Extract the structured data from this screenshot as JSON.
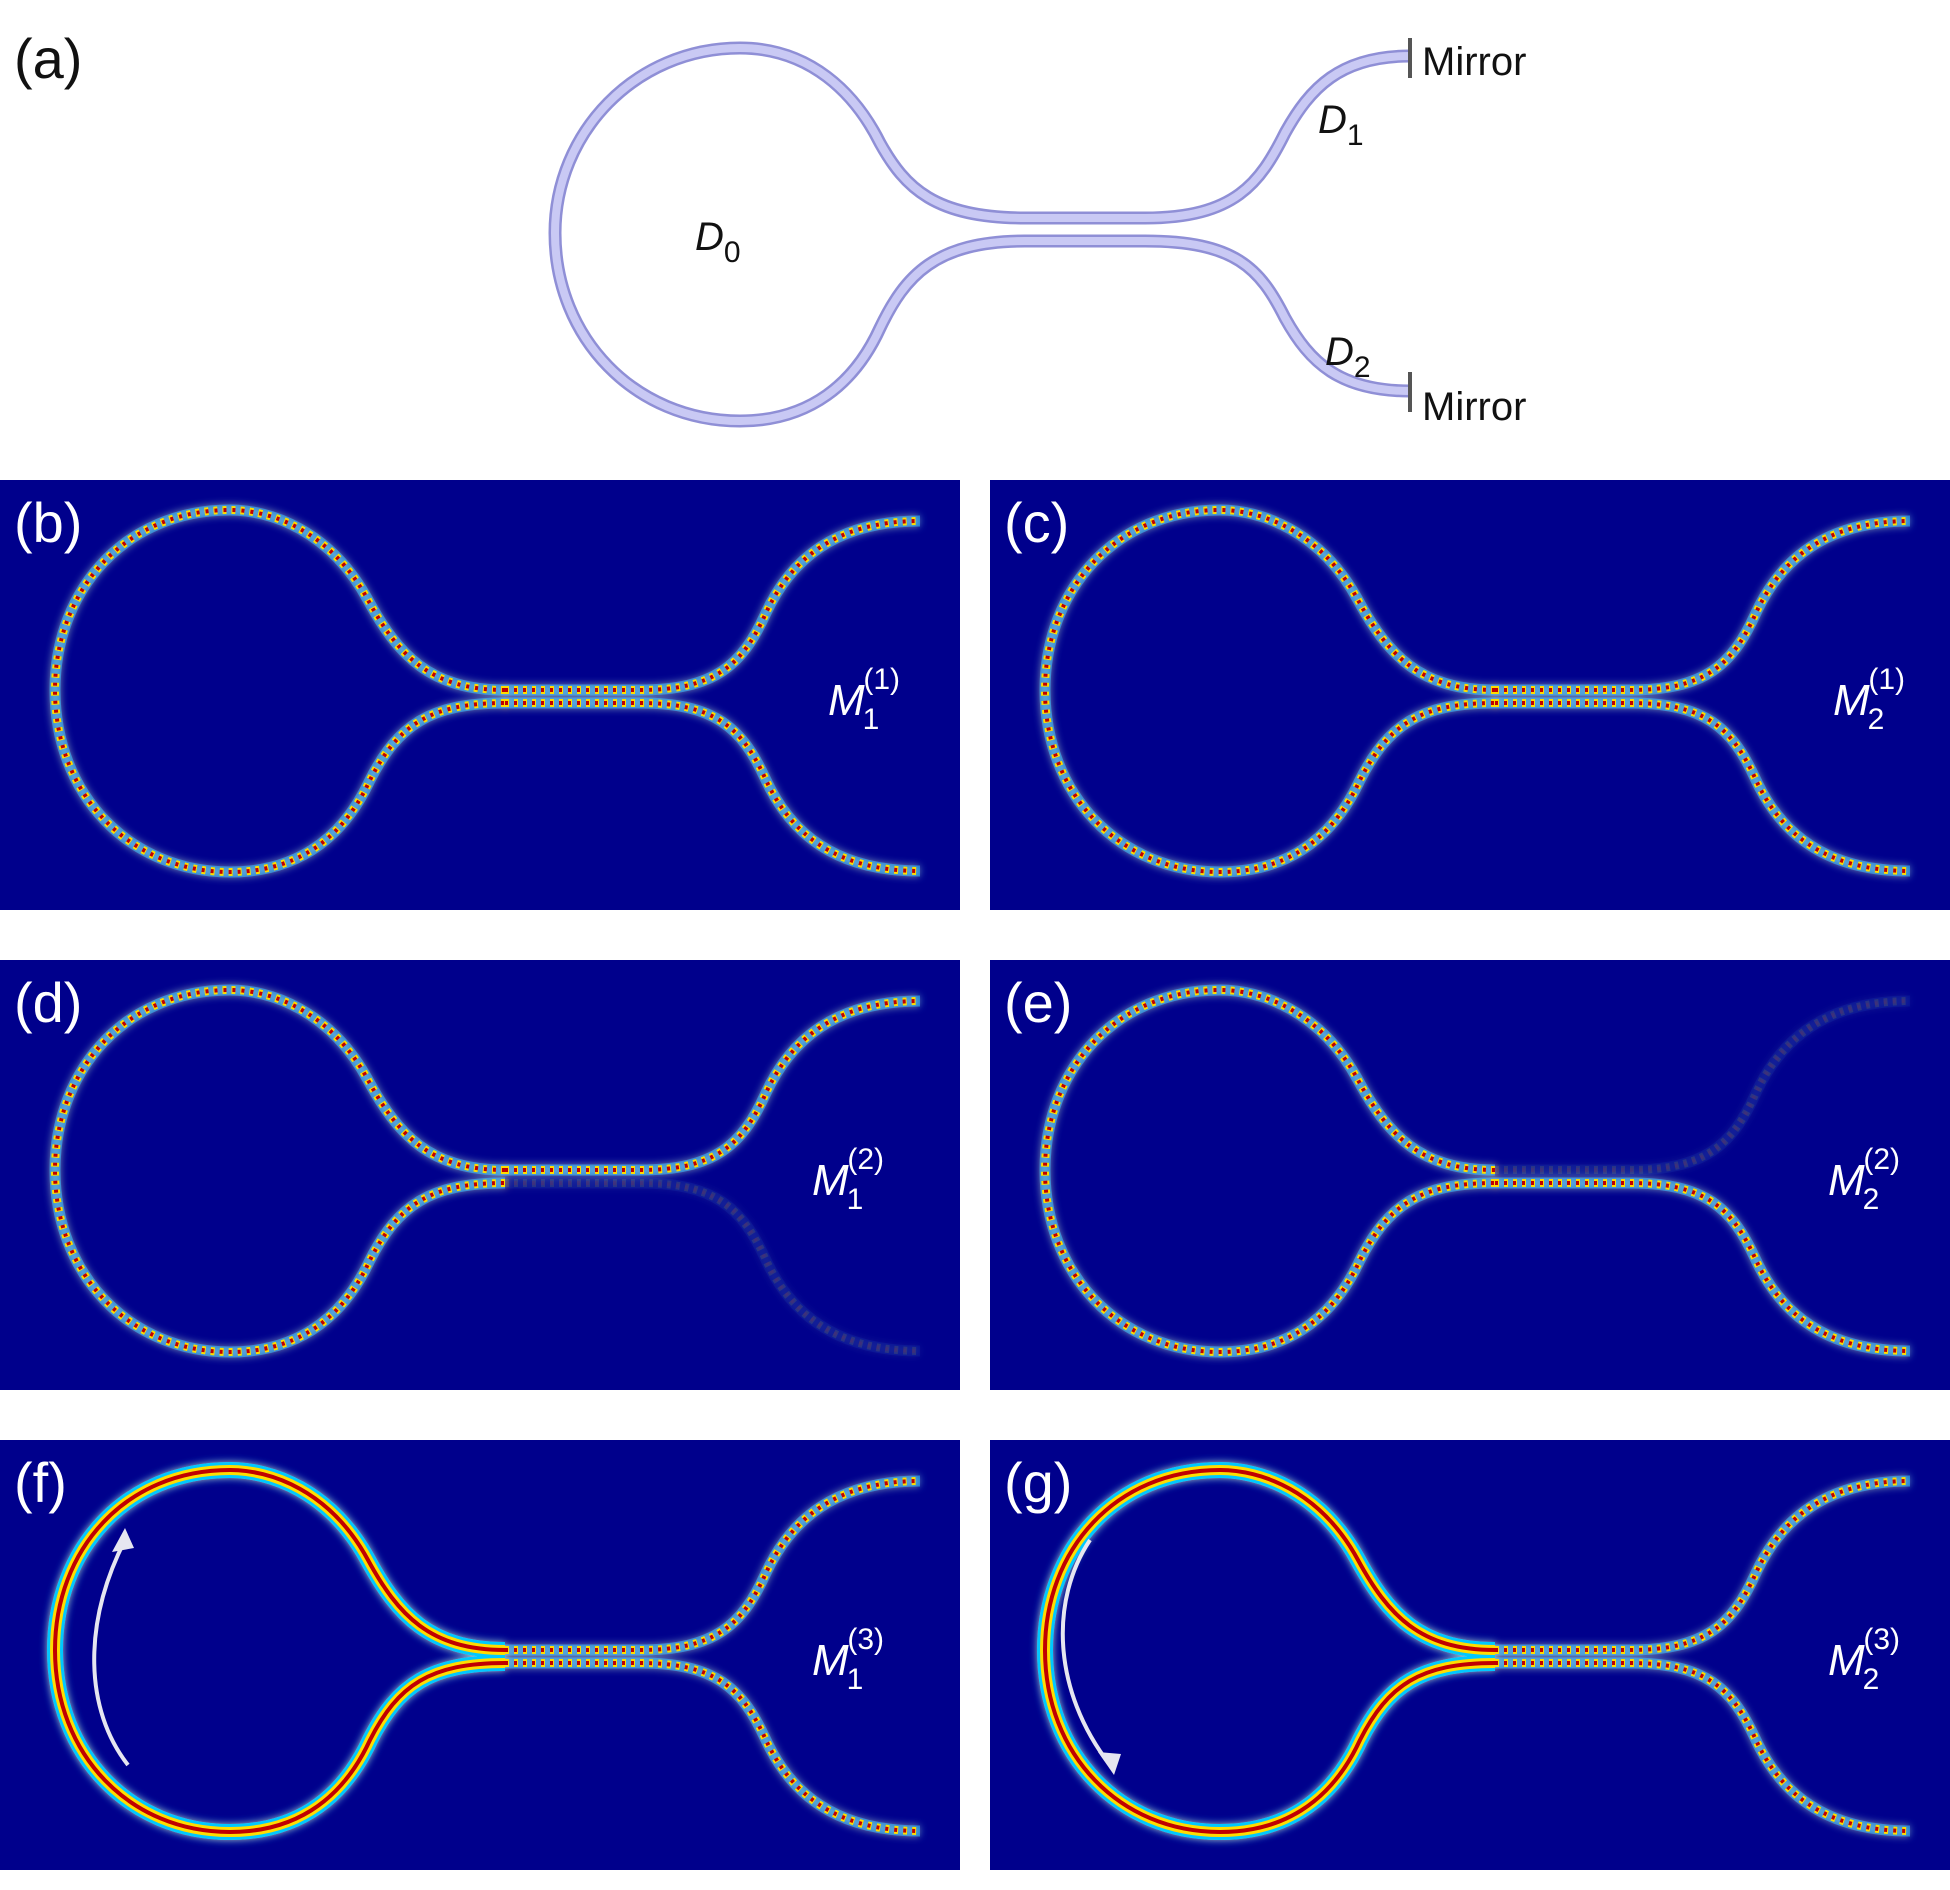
{
  "panels": {
    "a": {
      "label": "(a)",
      "regions": [
        "D",
        "0",
        "D",
        "1",
        "D",
        "2"
      ],
      "mirror_labels": [
        "Mirror",
        "Mirror"
      ]
    },
    "b": {
      "label": "(b)",
      "mode": {
        "symbol": "M",
        "sub": "1",
        "sup": "(1)"
      }
    },
    "c": {
      "label": "(c)",
      "mode": {
        "symbol": "M",
        "sub": "2",
        "sup": "(1)"
      }
    },
    "d": {
      "label": "(d)",
      "mode": {
        "symbol": "M",
        "sub": "1",
        "sup": "(2)"
      }
    },
    "e": {
      "label": "(e)",
      "mode": {
        "symbol": "M",
        "sub": "2",
        "sup": "(2)"
      }
    },
    "f": {
      "label": "(f)",
      "mode": {
        "symbol": "M",
        "sub": "1",
        "sup": "(3)"
      }
    },
    "g": {
      "label": "(g)",
      "mode": {
        "symbol": "M",
        "sub": "2",
        "sup": "(3)"
      }
    }
  },
  "colors": {
    "waveguide_fill": "#c9c9f4",
    "waveguide_edge": "#8f8fd6",
    "mirror": "#555555",
    "field_background": "#00008c",
    "field_hot": "#ffdc00",
    "field_core": "#c00000",
    "field_edge": "#00c8ff",
    "arrow": "#e6e6f0",
    "label_light": "#ffffff",
    "label_dark": "#111111"
  }
}
